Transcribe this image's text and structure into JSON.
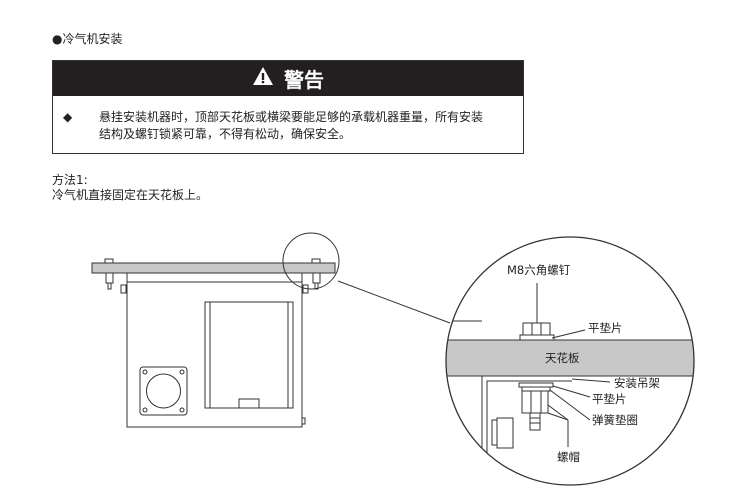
{
  "section_title": "●冷气机安装",
  "warning": {
    "title": "警告",
    "icon": "warning-triangle-icon",
    "bullet": "◆",
    "lines": [
      "悬挂安装机器时，顶部天花板或横梁要能足够的承载机器重量，所有安装",
      "结构及螺钉锁紧可靠，不得有松动，确保安全。"
    ]
  },
  "method": {
    "title": "方法1:",
    "desc": "冷气机直接固定在天花板上。"
  },
  "diagram": {
    "labels": {
      "bolt": "M8六角螺钉",
      "washer_top": "平垫片",
      "ceiling": "天花板",
      "bracket": "安装吊架",
      "washer_bottom": "平垫片",
      "spring_washer": "弹簧垫圈",
      "nut": "螺帽"
    },
    "ceiling_color": "#c8c8c8"
  }
}
